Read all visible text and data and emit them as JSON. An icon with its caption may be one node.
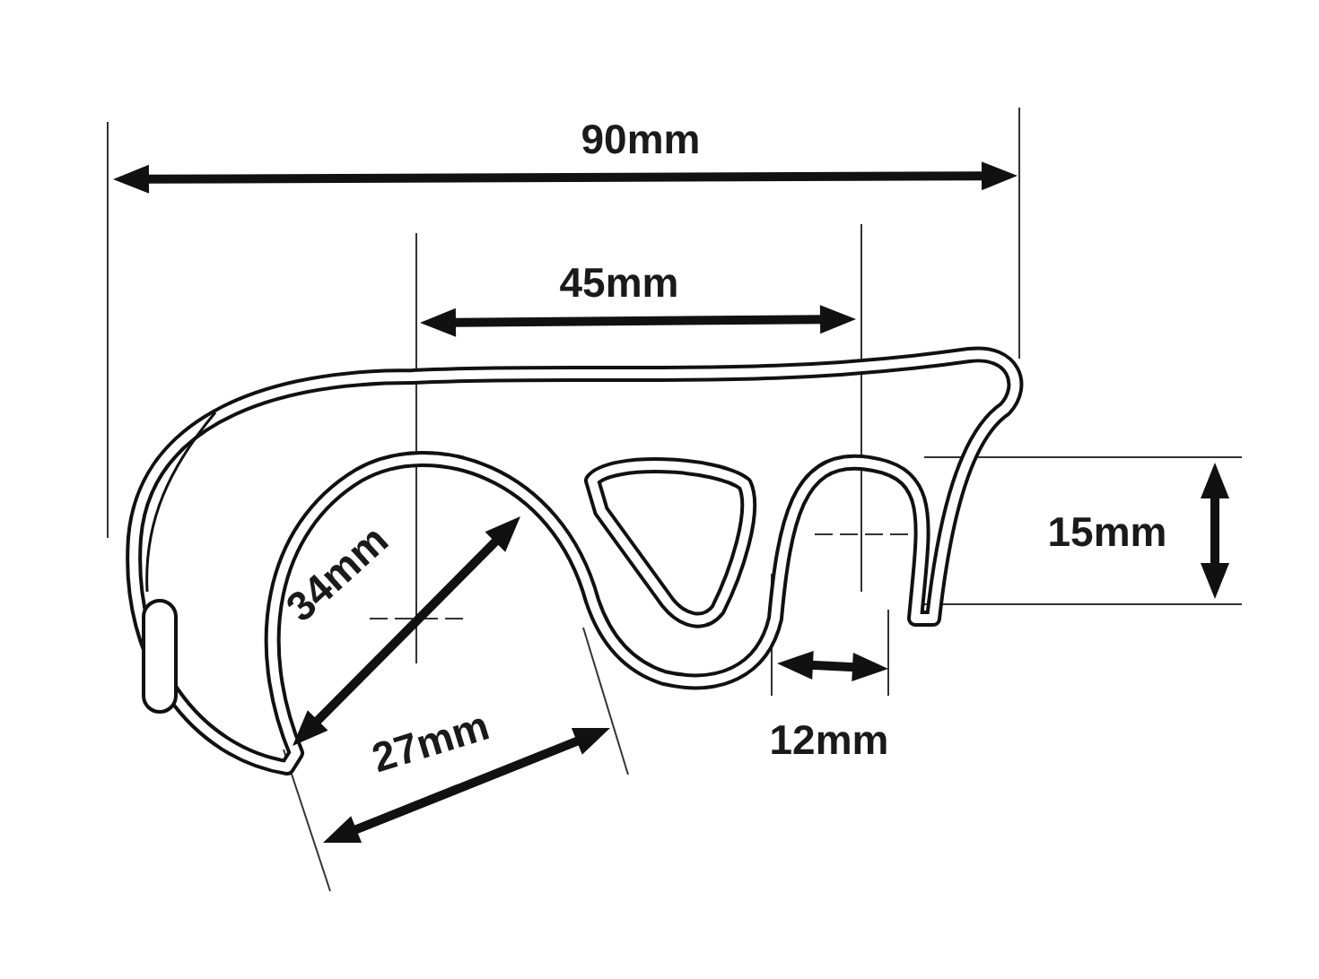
{
  "diagram": {
    "labels": [
      "90mm",
      "45mm",
      "34mm",
      "15mm",
      "27mm",
      "12mm"
    ]
  }
}
